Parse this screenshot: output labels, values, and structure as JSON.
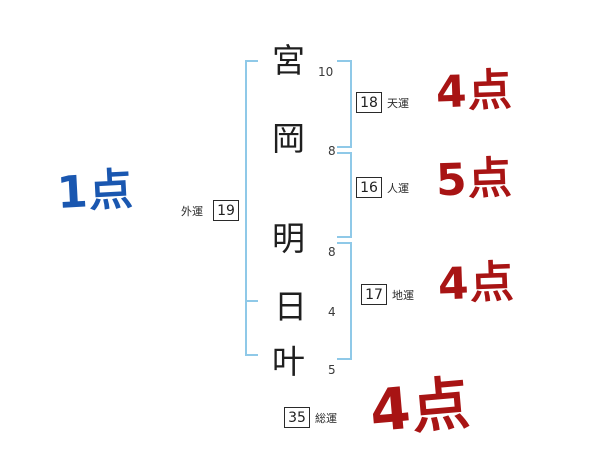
{
  "name_chars": [
    {
      "char": "宮",
      "strokes": "10"
    },
    {
      "char": "岡",
      "strokes": "8"
    },
    {
      "char": "明",
      "strokes": "8"
    },
    {
      "char": "日",
      "strokes": "4"
    },
    {
      "char": "叶",
      "strokes": "5"
    }
  ],
  "fortunes": {
    "ten": {
      "label": "天運",
      "number": "18",
      "score": "4点"
    },
    "jin": {
      "label": "人運",
      "number": "16",
      "score": "5点"
    },
    "chi": {
      "label": "地運",
      "number": "17",
      "score": "4点"
    },
    "gai": {
      "label": "外運",
      "number": "19",
      "score": "1点"
    },
    "sou": {
      "label": "総運",
      "number": "35",
      "score": "4点"
    }
  },
  "colors": {
    "score_red": "#a81414",
    "score_blue": "#1a57b0",
    "bracket_blue": "#8fc9e8",
    "text_black": "#1f1f1f"
  }
}
